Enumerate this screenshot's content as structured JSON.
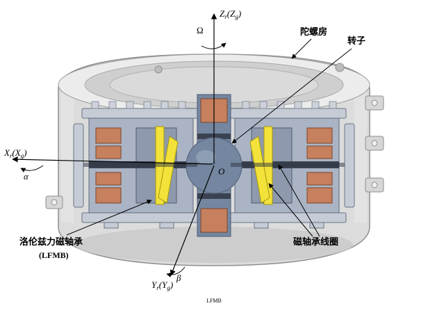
{
  "axes": {
    "z": {
      "a": "Z",
      "b": "r",
      "c": "(Z",
      "d": "g",
      "e": ")"
    },
    "x": {
      "a": "X",
      "b": "r",
      "c": "(X",
      "d": "g",
      "e": ")"
    },
    "y": {
      "a": "Y",
      "b": "r",
      "c": "(Y",
      "d": "g",
      "e": ")"
    },
    "omega": "Ω",
    "alpha": "α",
    "beta": "β",
    "origin": "O"
  },
  "callouts": {
    "housing": "陀螺房",
    "rotor": "转子",
    "lfmb_line1": "洛伦兹力磁轴承",
    "lfmb_line2": "(LFMB)",
    "coil": "磁轴承线圈"
  },
  "figure": {
    "caption": "LFMB"
  },
  "colors": {
    "housing": "#dcdcdc",
    "rim": "#ececec",
    "rim_inner": "#cfcfcf",
    "plate": "#c6ccd6",
    "steel": "#aab4c4",
    "steel_dark": "#8e99ad",
    "copper": "#c6805e",
    "yellow": "#f2e23a",
    "slot": "#3a4252",
    "rotor": "#7486a0",
    "rotor_dark": "#59677f"
  }
}
